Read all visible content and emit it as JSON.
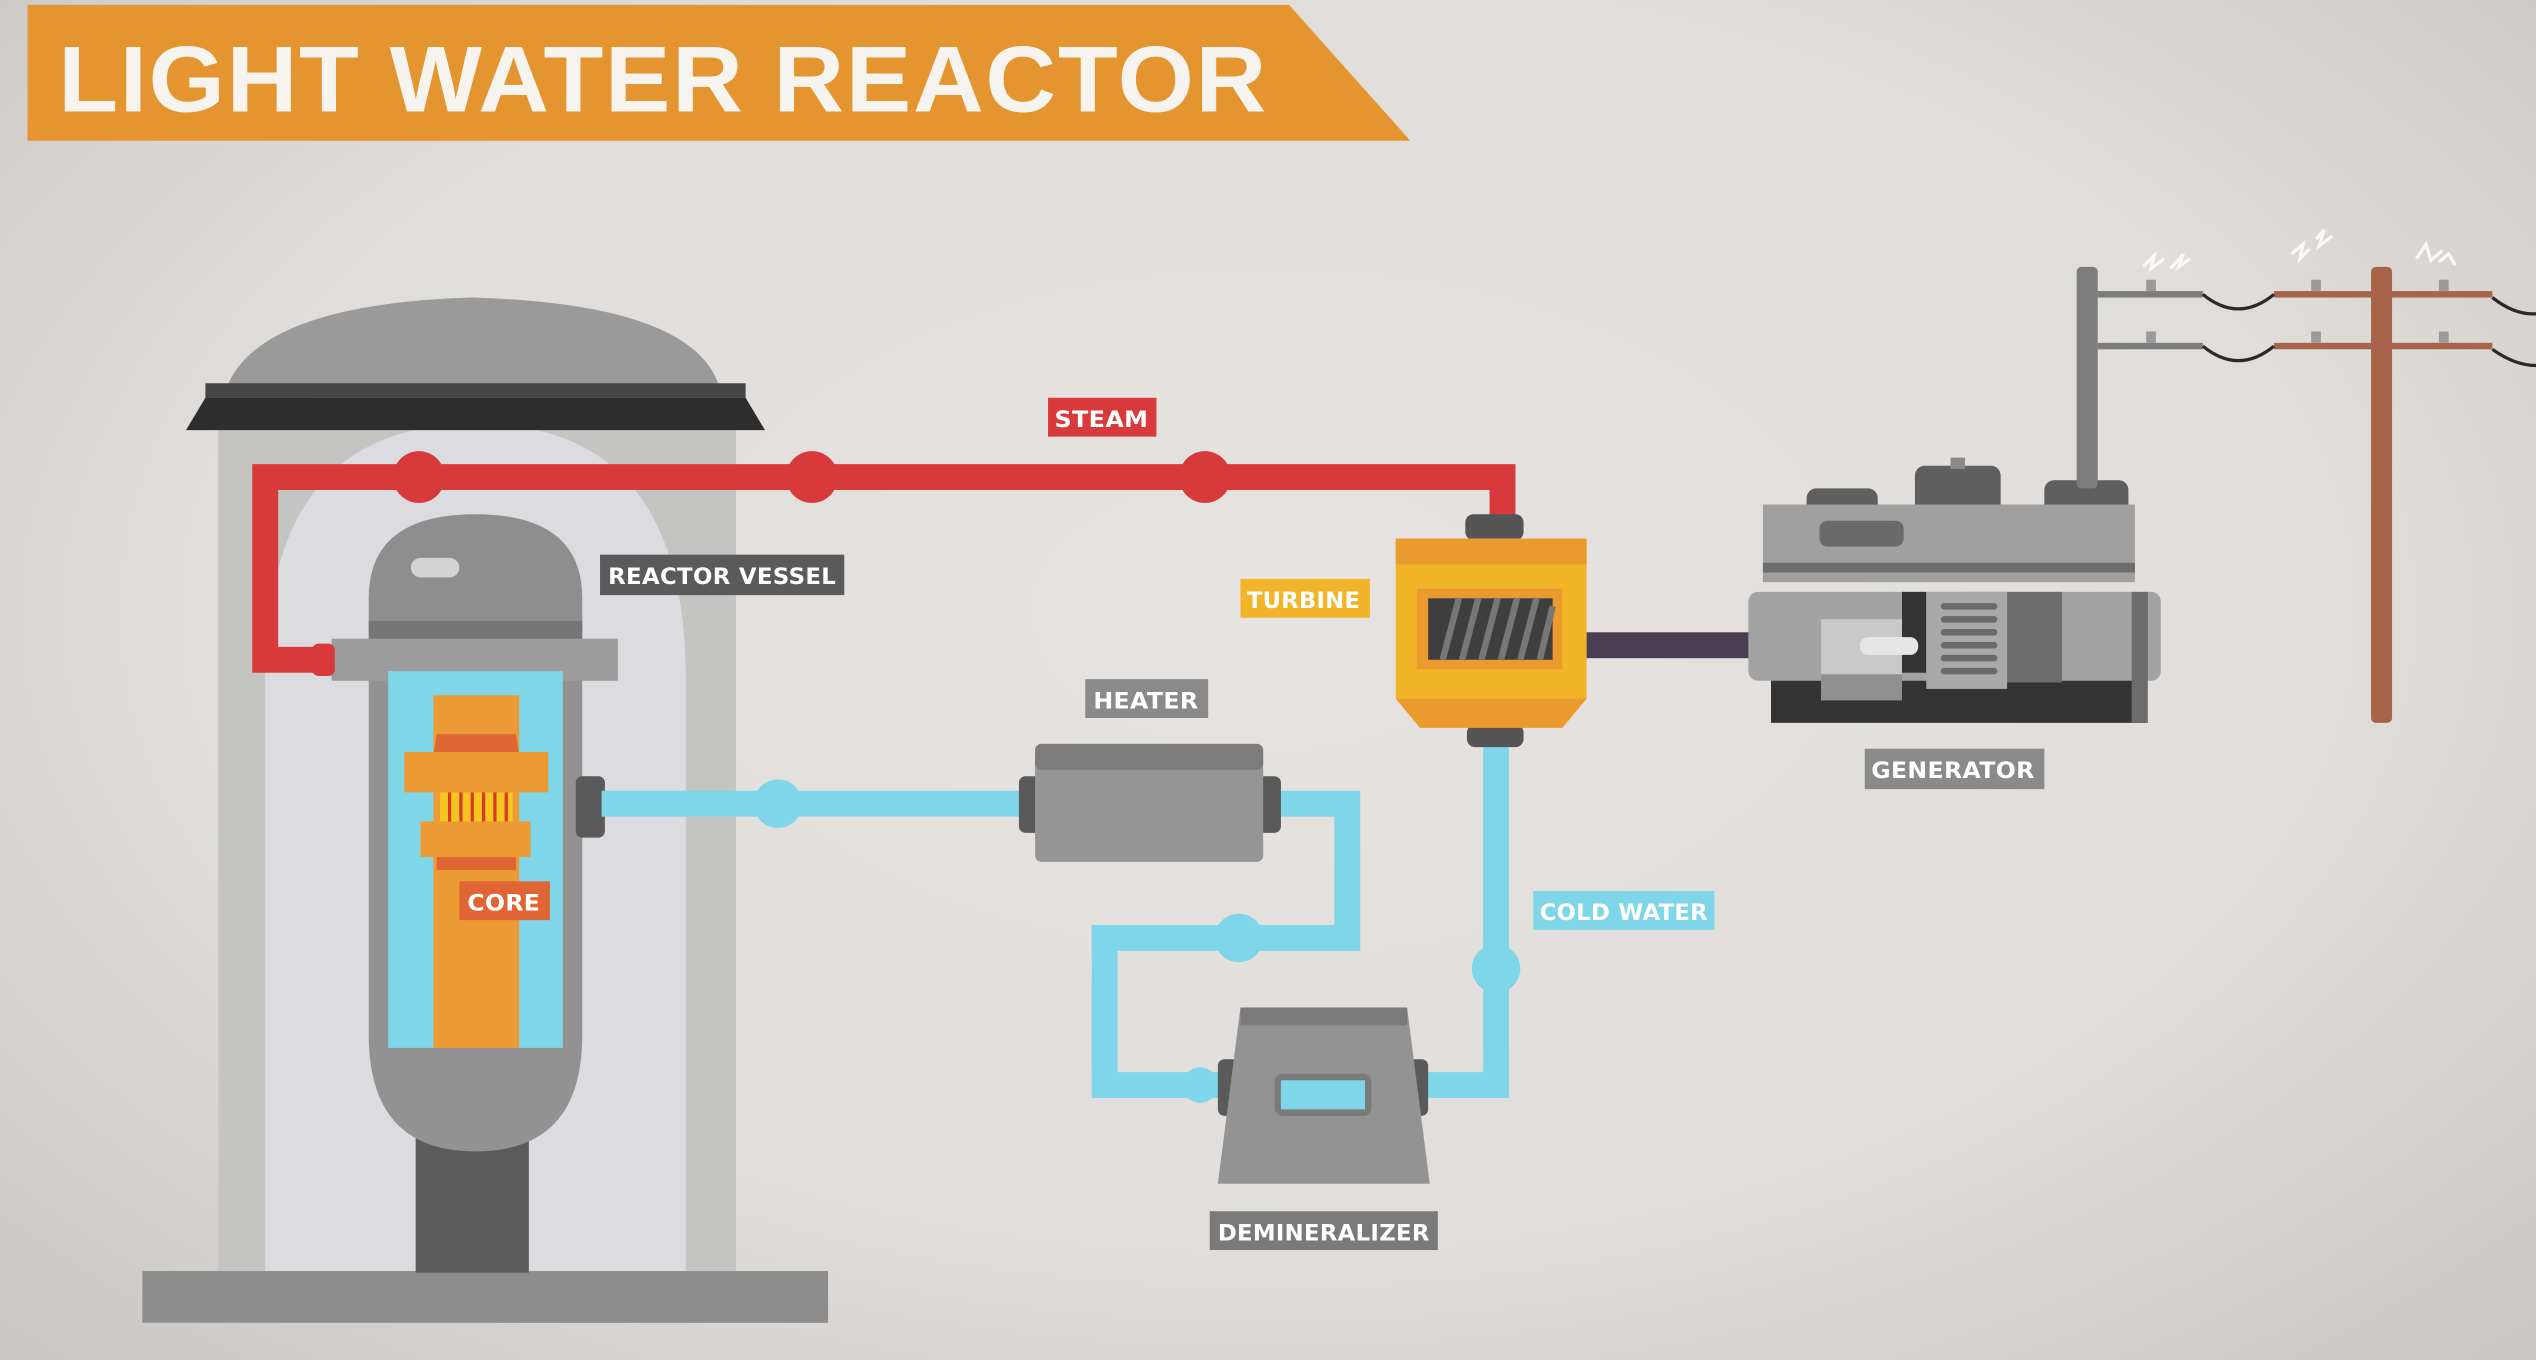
{
  "title": "LIGHT WATER REACTOR",
  "colors": {
    "title_banner": "#e59530",
    "steam": "#d8393a",
    "cold_water": "#7fd6e8",
    "turbine": "#f2b52a",
    "core": "#ec9a34",
    "core_accent": "#e06535",
    "label_gray": "#8a8a8a",
    "label_dark": "#5a5a5a",
    "pole_brown": "#a8644a",
    "pole_gray": "#7c7c7c",
    "shaft": "#4a3f52"
  },
  "labels": {
    "steam": "STEAM",
    "reactor_vessel": "REACTOR VESSEL",
    "turbine": "TURBINE",
    "heater": "HEATER",
    "core": "CORE",
    "cold_water": "COLD WATER",
    "generator": "GENERATOR",
    "demineralizer": "DEMINERALIZER"
  },
  "components": [
    {
      "id": "containment",
      "name": "Containment building"
    },
    {
      "id": "reactor_vessel",
      "name": "Reactor vessel"
    },
    {
      "id": "core",
      "name": "Core"
    },
    {
      "id": "steam_line",
      "name": "Steam pipe",
      "flow": "reactor to turbine"
    },
    {
      "id": "turbine",
      "name": "Turbine"
    },
    {
      "id": "generator",
      "name": "Generator"
    },
    {
      "id": "power_lines",
      "name": "Power lines"
    },
    {
      "id": "cold_water_line",
      "name": "Cold water pipe",
      "flow": "turbine to demineralizer to heater to reactor"
    },
    {
      "id": "demineralizer",
      "name": "Demineralizer"
    },
    {
      "id": "heater",
      "name": "Heater"
    }
  ]
}
